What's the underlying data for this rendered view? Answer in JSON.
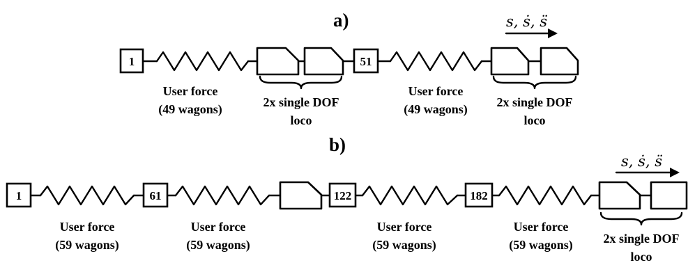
{
  "diagram_a": {
    "title": "a)",
    "boxes": [
      "1",
      "51"
    ],
    "forces": [
      {
        "line1": "User force",
        "line2": "(49 wagons)"
      },
      {
        "line1": "User force",
        "line2": "(49 wagons)"
      }
    ],
    "locos": [
      {
        "line1": "2x single DOF",
        "line2": "loco"
      },
      {
        "line1": "2x single DOF",
        "line2": "loco"
      }
    ],
    "motion_label": "s, ṡ, s̈"
  },
  "diagram_b": {
    "title": "b)",
    "boxes": [
      "1",
      "61",
      "122",
      "182"
    ],
    "forces": [
      {
        "line1": "User force",
        "line2": "(59 wagons)"
      },
      {
        "line1": "User force",
        "line2": "(59 wagons)"
      },
      {
        "line1": "User force",
        "line2": "(59 wagons)"
      },
      {
        "line1": "User force",
        "line2": "(59 wagons)"
      }
    ],
    "locos": [
      {
        "line1": "2x single DOF",
        "line2": "loco"
      }
    ],
    "motion_label": "s, ṡ, s̈"
  },
  "colors": {
    "stroke": "#000000",
    "fill": "#ffffff"
  }
}
